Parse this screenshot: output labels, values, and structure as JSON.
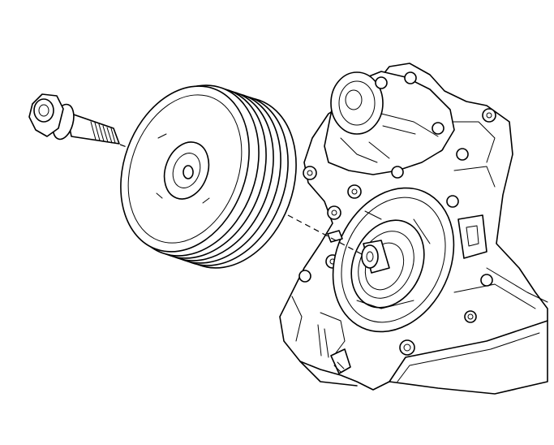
{
  "diagram": {
    "type": "exploded-assembly",
    "parts": [
      {
        "name": "bolt"
      },
      {
        "name": "crankshaft-balancer-pulley"
      },
      {
        "name": "engine-front-cover"
      },
      {
        "name": "water-pump"
      }
    ],
    "line_color": "#000000",
    "background_color": "#ffffff"
  }
}
